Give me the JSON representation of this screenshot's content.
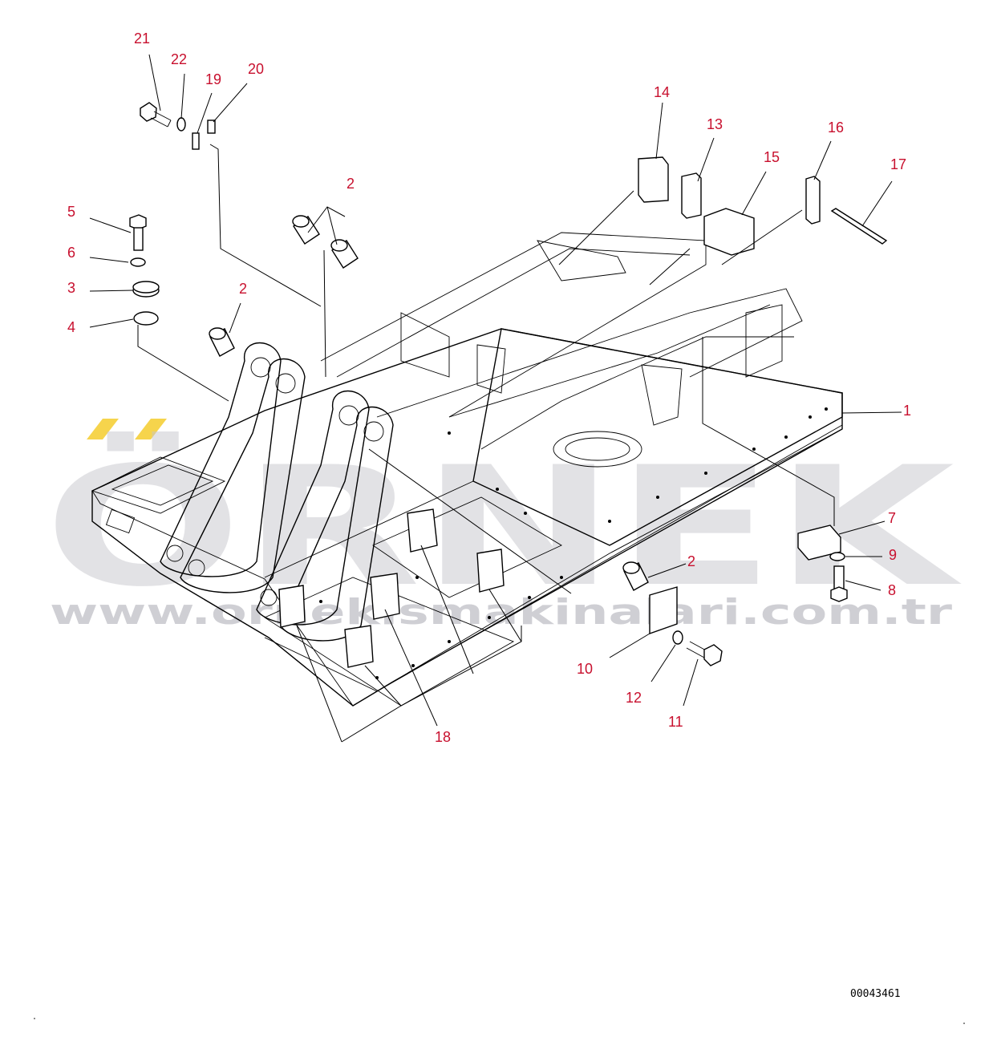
{
  "callouts": [
    {
      "id": "c21",
      "label": "21"
    },
    {
      "id": "c22",
      "label": "22"
    },
    {
      "id": "c19",
      "label": "19"
    },
    {
      "id": "c20",
      "label": "20"
    },
    {
      "id": "c14",
      "label": "14"
    },
    {
      "id": "c13",
      "label": "13"
    },
    {
      "id": "c16",
      "label": "16"
    },
    {
      "id": "c15",
      "label": "15"
    },
    {
      "id": "c17",
      "label": "17"
    },
    {
      "id": "c2a",
      "label": "2"
    },
    {
      "id": "c5",
      "label": "5"
    },
    {
      "id": "c6",
      "label": "6"
    },
    {
      "id": "c3",
      "label": "3"
    },
    {
      "id": "c4",
      "label": "4"
    },
    {
      "id": "c2b",
      "label": "2"
    },
    {
      "id": "c1",
      "label": "1"
    },
    {
      "id": "c7",
      "label": "7"
    },
    {
      "id": "c9",
      "label": "9"
    },
    {
      "id": "c2c",
      "label": "2"
    },
    {
      "id": "c8",
      "label": "8"
    },
    {
      "id": "c10",
      "label": "10"
    },
    {
      "id": "c12",
      "label": "12"
    },
    {
      "id": "c11",
      "label": "11"
    },
    {
      "id": "c18",
      "label": "18"
    }
  ],
  "watermark": {
    "logo": "ÖRNEK",
    "url": "www.ornekismakinalari.com.tr"
  },
  "drawing_code": "00043461",
  "colors": {
    "callout": "#c8102e",
    "line": "#000000",
    "watermark": "#b0b0b8",
    "accent": "#f2c200"
  }
}
